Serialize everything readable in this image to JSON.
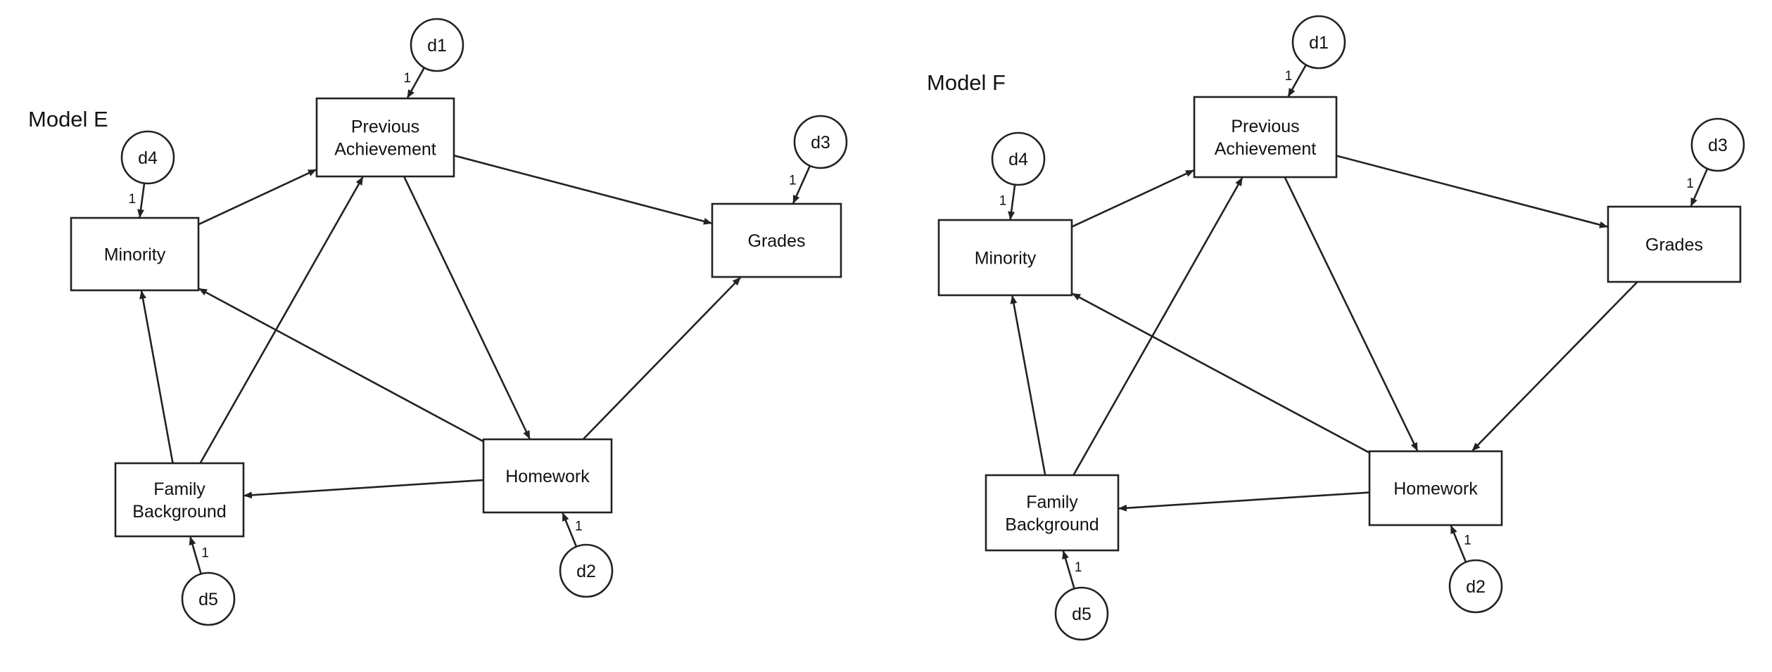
{
  "models": [
    {
      "title": "Model E",
      "nodes": {
        "prev": [
          "Previous",
          "Achievement"
        ],
        "minority": [
          "Minority"
        ],
        "grades": [
          "Grades"
        ],
        "homework": [
          "Homework"
        ],
        "family": [
          "Family",
          "Background"
        ]
      },
      "disturbances": {
        "d1": "d1",
        "d2": "d2",
        "d3": "d3",
        "d4": "d4",
        "d5": "d5"
      },
      "error_weight": "1",
      "paths": [
        {
          "from": "minority",
          "to": "prev"
        },
        {
          "from": "family",
          "to": "prev"
        },
        {
          "from": "family",
          "to": "minority"
        },
        {
          "from": "homework",
          "to": "minority"
        },
        {
          "from": "prev",
          "to": "homework"
        },
        {
          "from": "prev",
          "to": "grades"
        },
        {
          "from": "homework",
          "to": "grades"
        },
        {
          "from": "homework",
          "to": "family"
        }
      ]
    },
    {
      "title": "Model F",
      "nodes": {
        "prev": [
          "Previous",
          "Achievement"
        ],
        "minority": [
          "Minority"
        ],
        "grades": [
          "Grades"
        ],
        "homework": [
          "Homework"
        ],
        "family": [
          "Family",
          "Background"
        ]
      },
      "disturbances": {
        "d1": "d1",
        "d2": "d2",
        "d3": "d3",
        "d4": "d4",
        "d5": "d5"
      },
      "error_weight": "1",
      "paths": [
        {
          "from": "minority",
          "to": "prev"
        },
        {
          "from": "family",
          "to": "prev"
        },
        {
          "from": "family",
          "to": "minority"
        },
        {
          "from": "homework",
          "to": "minority"
        },
        {
          "from": "prev",
          "to": "homework"
        },
        {
          "from": "prev",
          "to": "grades"
        },
        {
          "from": "grades",
          "to": "homework"
        },
        {
          "from": "homework",
          "to": "family"
        }
      ]
    }
  ]
}
